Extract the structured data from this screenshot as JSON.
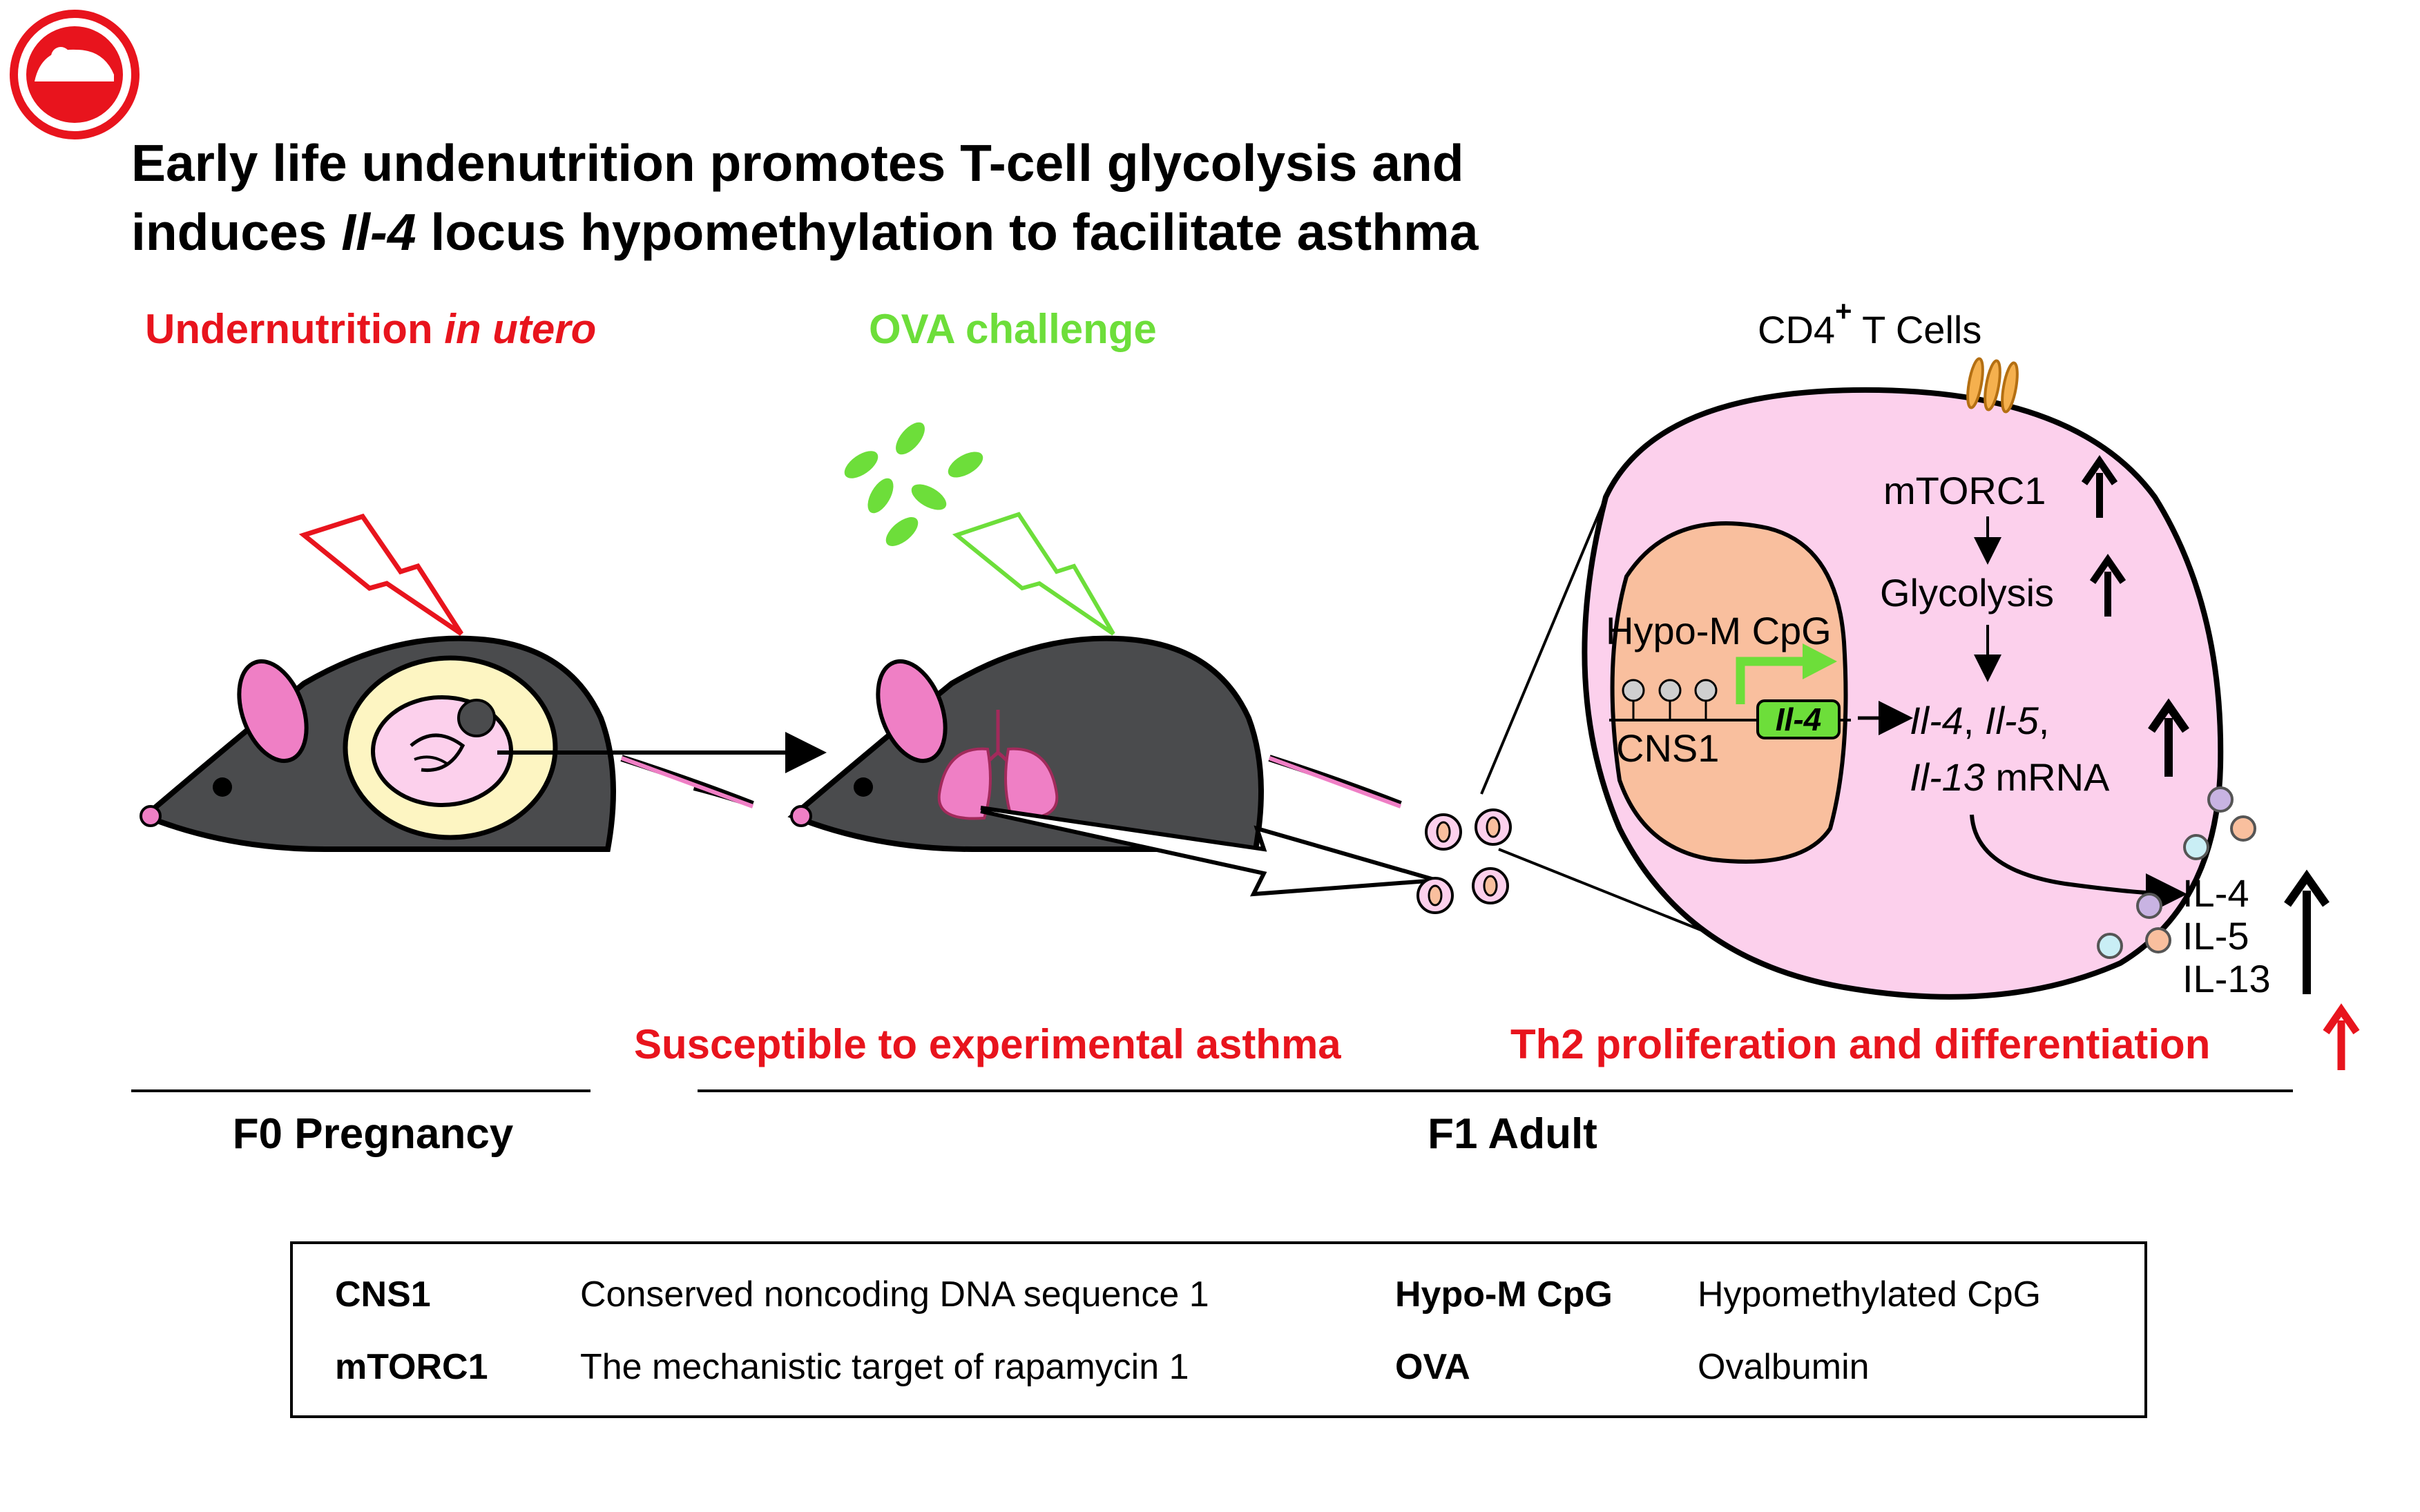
{
  "title": {
    "line1": "Early life undenutrition promotes T-cell glycolysis and",
    "line2_a": "induces ",
    "line2_b": "Il-4",
    "line2_c": " locus hypomethylation to facilitate asthma"
  },
  "labels": {
    "undernutrition_a": "Undernutrition ",
    "undernutrition_b": "in utero",
    "ova_challenge": "OVA challenge",
    "cd4": "CD4",
    "cd4_sup": "+",
    "t_cells": " T Cells",
    "mtorc1": "mTORC1",
    "glycolysis": "Glycolysis",
    "hypo_m_cpg": "Hypo-M CpG",
    "cns1": "CNS1",
    "il4_gene": "Il-4",
    "mrna_line1_a": "Il-4",
    "mrna_line1_sep": ", ",
    "mrna_line1_b": "Il-5",
    "mrna_line1_c": ",",
    "mrna_line2_a": "Il-13",
    "mrna_line2_b": " mRNA",
    "il4_protein": "IL-4",
    "il5_protein": "IL-5",
    "il13_protein": "IL-13",
    "susceptible": "Susceptible to experimental asthma",
    "th2": "Th2 proliferation and differentiation",
    "f0": "F0 Pregnancy",
    "f1": "F1 Adult"
  },
  "legend": [
    {
      "key": "CNS1",
      "value": "Conserved noncoding DNA sequence 1"
    },
    {
      "key": "Hypo-M CpG",
      "value": "Hypomethylated CpG"
    },
    {
      "key": "mTORC1",
      "value": "The mechanistic target of rapamycin 1"
    },
    {
      "key": "OVA",
      "value": "Ovalbumin"
    }
  ],
  "icons": [
    "logo-mouse-icon",
    "lightning-icon",
    "mouse-icon",
    "embryo-icon",
    "lung-icon",
    "cell-icon"
  ],
  "colors": {
    "red": "#e8141d",
    "green": "#6dde3a",
    "cell_pink": "#fcd0ec",
    "nucleus": "#f9bf9e",
    "mouse": "#4a4b4d",
    "ear": "#ef7fc5"
  }
}
